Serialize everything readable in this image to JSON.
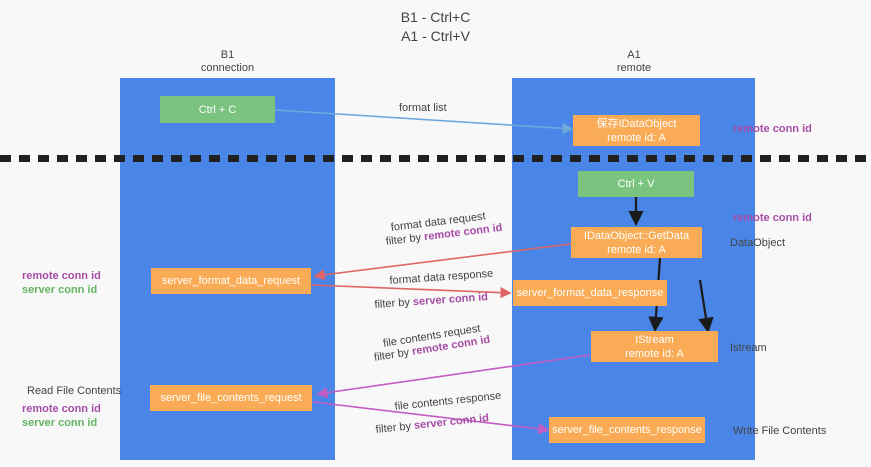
{
  "title": {
    "line1": "B1 - Ctrl+C",
    "line2": "A1 - Ctrl+V"
  },
  "lanes": [
    {
      "id": "b1",
      "name": "B1",
      "role": "connection",
      "color": "#4a86e8"
    },
    {
      "id": "a1",
      "name": "A1",
      "role": "remote",
      "color": "#4a86e8"
    }
  ],
  "colors": {
    "lane": "#4a86e8",
    "action_box": "#7bc47f",
    "message_box": "#f9ab55",
    "remote_conn_id": "#a64ca6",
    "server_conn_id": "#63b563",
    "arrow_format": "#e06666",
    "arrow_file": "#c35dc3",
    "arrow_format_list": "#6fa8dc",
    "arrow_local": "#000000",
    "divider": "#202020"
  },
  "nodes": {
    "ctrl_c": {
      "label": "Ctrl + C"
    },
    "save_idataobject": {
      "line1": "保存IDataObject",
      "line2": "remote id: A"
    },
    "ctrl_v": {
      "label": "Ctrl + V"
    },
    "getdata": {
      "line1": "IDataObject::GetData",
      "line2": "remote id: A"
    },
    "server_format_data_request": {
      "label": "server_format_data_request"
    },
    "server_format_data_response": {
      "label": "server_format_data_response"
    },
    "istream": {
      "line1": "IStream",
      "line2": "remote id: A"
    },
    "server_file_contents_request": {
      "label": "server_file_contents_request"
    },
    "server_file_contents_response": {
      "label": "server_file_contents_response"
    }
  },
  "edge_labels": {
    "format_list": "format list",
    "format_data_request": "format data request",
    "format_data_request_filter_prefix": "filter by ",
    "format_data_request_filter_key": "remote conn id",
    "format_data_response": "format data response",
    "format_data_response_filter_prefix": "filter by ",
    "format_data_response_filter_key": "server conn id",
    "file_contents_request": "file contents request",
    "file_contents_request_filter_prefix": "filter by ",
    "file_contents_request_filter_key": "remote conn id",
    "file_contents_response": "file contents response",
    "file_contents_response_filter_prefix": "filter by ",
    "file_contents_response_filter_key": "server conn id"
  },
  "annotations": {
    "right_remote_conn_id_top": "remote conn id",
    "right_remote_conn_id_mid": "remote conn id",
    "right_dataobject": "DataObject",
    "right_istream": "Istream",
    "right_write_file_contents": "Write File Contents",
    "left_remote_conn_id_mid": "remote conn id",
    "left_server_conn_id_mid": "server conn id",
    "left_read_file_contents": "Read File Contents",
    "left_remote_conn_id_bottom": "remote conn id",
    "left_server_conn_id_bottom": "server conn id"
  }
}
